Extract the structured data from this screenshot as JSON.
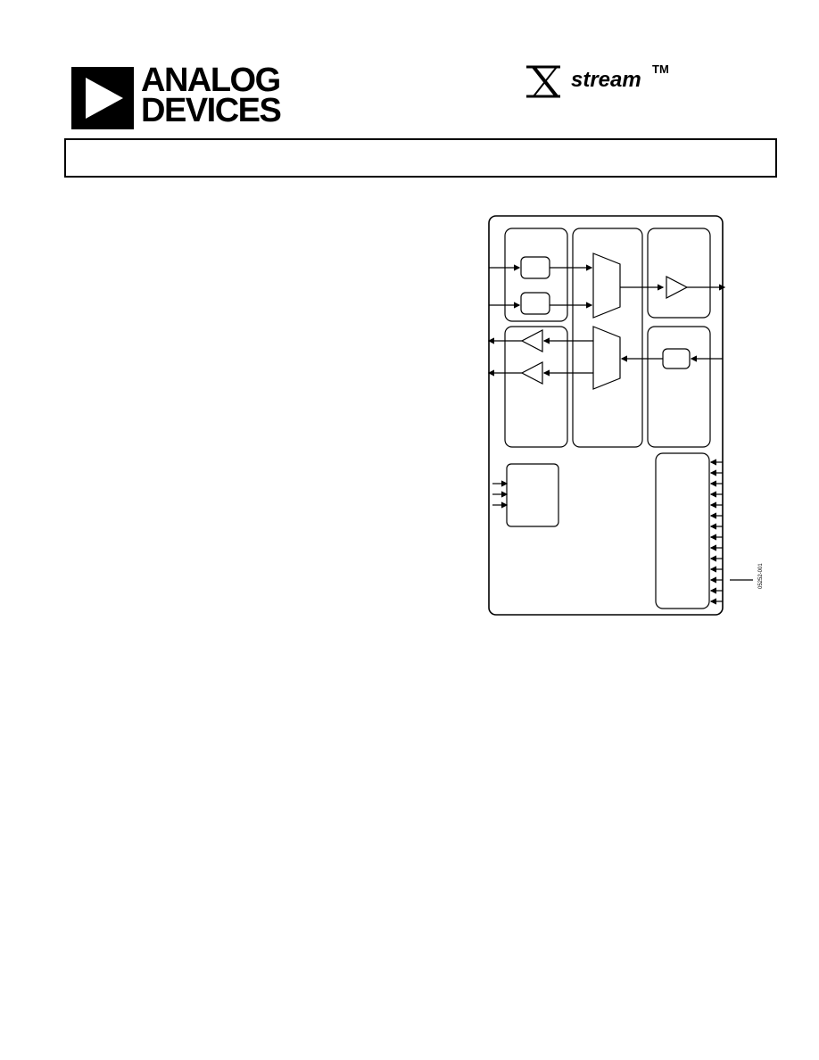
{
  "header": {
    "logo_text": "ANALOG\nDEVICES",
    "brand_mark": "stream",
    "trademark": "TM"
  },
  "title_box": {
    "text": ""
  },
  "figure": {
    "figure_code": "05252-001",
    "icon": "block-diagram"
  }
}
